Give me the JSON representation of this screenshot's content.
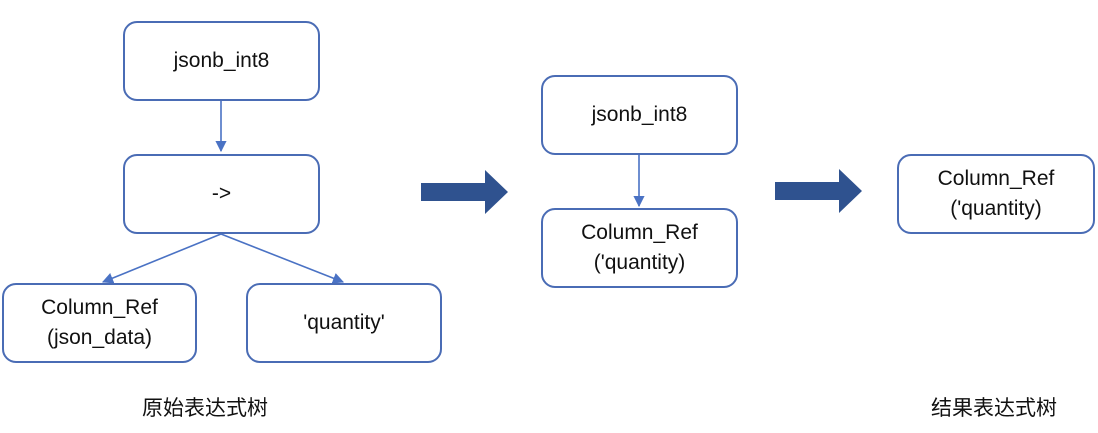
{
  "original_tree": {
    "root": {
      "label": "jsonb_int8"
    },
    "operator": {
      "label": "->"
    },
    "left_child": {
      "line1": "Column_Ref",
      "line2": "(json_data)"
    },
    "right_child": {
      "label": "'quantity'"
    },
    "caption": "原始表达式树"
  },
  "intermediate_tree": {
    "root": {
      "label": "jsonb_int8"
    },
    "child": {
      "line1": "Column_Ref",
      "line2": "('quantity)"
    }
  },
  "result_tree": {
    "node": {
      "line1": "Column_Ref",
      "line2": "('quantity)"
    },
    "caption": "结果表达式树"
  },
  "colors": {
    "node_border": "#4a6cb5",
    "edge": "#4a72c4",
    "transform_arrow": "#2f528f",
    "text": "#111111"
  }
}
